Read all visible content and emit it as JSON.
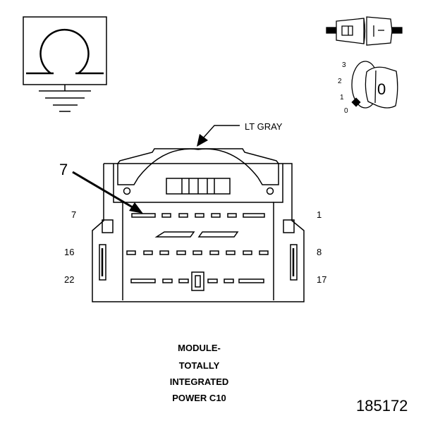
{
  "symbol": {
    "name": "ground-ohm-symbol"
  },
  "connector": {
    "color_label": "LT GRAY",
    "callout_pin": "7",
    "pin_labels": {
      "top_left": "7",
      "top_right": "1",
      "middle_left": "16",
      "middle_right": "8",
      "bottom_left": "22",
      "bottom_right": "17"
    },
    "colors": {
      "line": "#000000",
      "background": "#ffffff"
    }
  },
  "ignition_key": {
    "positions": [
      "3",
      "2",
      "1",
      "0"
    ],
    "key_label": "0"
  },
  "caption": {
    "lines": [
      "MODULE-",
      "TOTALLY",
      "INTEGRATED",
      "POWER C10"
    ]
  },
  "figure_number": "185172"
}
